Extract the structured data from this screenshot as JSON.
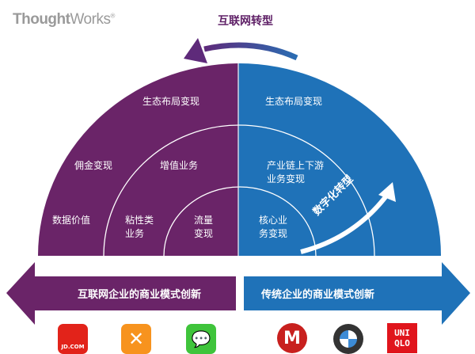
{
  "logo": {
    "bold": "Thought",
    "light": "Works",
    "mark": "®"
  },
  "title": "互联网转型",
  "left": {
    "outer": [
      "生态布局变现",
      "佣金变现",
      "数据价值"
    ],
    "middle": [
      "增值业务",
      "粘性类\n业务"
    ],
    "inner": [
      "流量\n变现"
    ]
  },
  "right": {
    "outer": [
      "生态布局变现"
    ],
    "middle": [
      "产业链上下游\n业务变现"
    ],
    "inner": [
      "核心业\n务变现"
    ]
  },
  "digital_arrow": "数字化转型",
  "bottom": {
    "left": "互联网企业的商业模式创新",
    "right": "传统企业的商业模式创新"
  },
  "logos": {
    "jd": "JD.COM",
    "dianping": "dianping",
    "wechat": "wechat",
    "cmb": "CMB",
    "bmw": "BMW",
    "uniqlo": "UNI\nQLO"
  },
  "colors": {
    "purple": "#6a2468",
    "blue": "#1f72b8"
  }
}
